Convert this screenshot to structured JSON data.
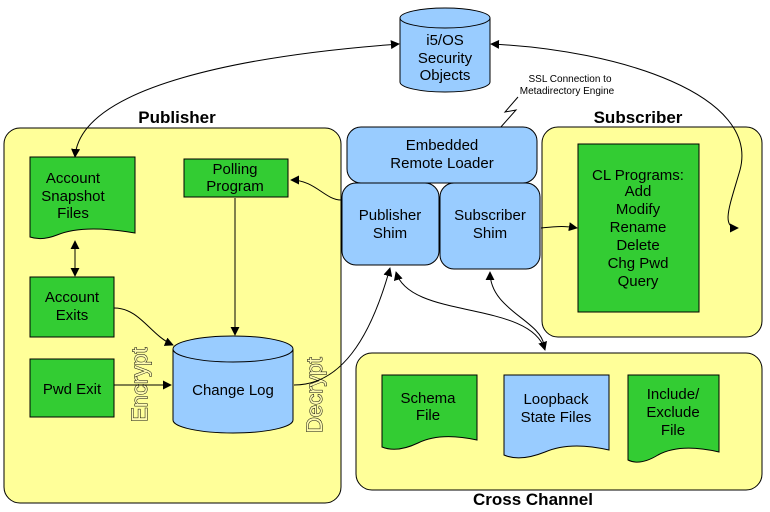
{
  "titles": {
    "publisher": "Publisher",
    "subscriber": "Subscriber",
    "cross_channel": "Cross Channel"
  },
  "nodes": {
    "i5os": [
      "i5/OS",
      "Security",
      "Objects"
    ],
    "ssl_note": [
      "SSL Connection to",
      "Metadirectory Engine"
    ],
    "remote_loader": [
      "Embedded",
      "Remote Loader"
    ],
    "publisher_shim": [
      "Publisher",
      "Shim"
    ],
    "subscriber_shim": [
      "Subscriber",
      "Shim"
    ],
    "account_snapshot": [
      "Account",
      "Snapshot",
      "Files"
    ],
    "polling_program": [
      "Polling",
      "Program"
    ],
    "account_exits": [
      "Account",
      "Exits"
    ],
    "pwd_exit": [
      "Pwd Exit"
    ],
    "change_log": [
      "Change Log"
    ],
    "encrypt": "Encrypt",
    "decrypt": "Decrypt",
    "cl_programs": [
      "CL Programs:",
      "Add",
      "Modify",
      "Rename",
      "Delete",
      "Chg Pwd",
      "Query"
    ],
    "schema_file": [
      "Schema",
      "File"
    ],
    "loopback_state": [
      "Loopback",
      "State Files"
    ],
    "include_exclude": [
      "Include/",
      "Exclude",
      "File"
    ]
  },
  "colors": {
    "panel": "#ffff99",
    "green": "#33cc33",
    "blue": "#99ccff"
  }
}
